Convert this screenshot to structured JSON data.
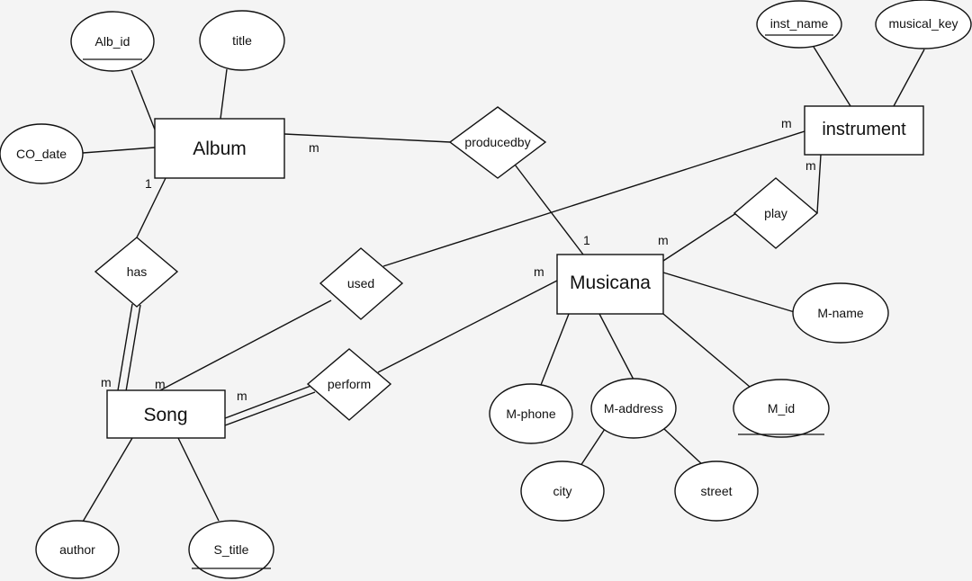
{
  "entities": {
    "album": "Album",
    "song": "Song",
    "musicana": "Musicana",
    "instrument": "instrument"
  },
  "attributes": {
    "alb_id": "Alb_id",
    "title": "title",
    "co_date": "CO_date",
    "inst_name": "inst_name",
    "musical_key": "musical_key",
    "m_name": "M-name",
    "m_id": "M_id",
    "m_phone": "M-phone",
    "m_address": "M-address",
    "city": "city",
    "street": "street",
    "author": "author",
    "s_title": "S_title"
  },
  "relationships": {
    "producedby": "producedby",
    "has": "has",
    "used": "used",
    "perform": "perform",
    "play": "play"
  },
  "cardinalities": {
    "album_producedby": "m",
    "album_has": "1",
    "producedby_musicana": "1",
    "instrument_used": "m",
    "instrument_play": "m",
    "musicana_play": "m",
    "musicana_perform": "m",
    "song_has": "m",
    "song_used": "m",
    "song_perform": "m"
  }
}
